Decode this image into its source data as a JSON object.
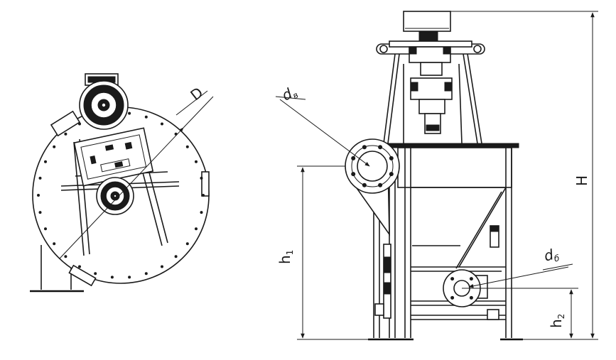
{
  "labels": {
    "D": "D",
    "H": "H",
    "h1": "h",
    "h1_sub": "1",
    "h2": "h",
    "h2_sub": "2",
    "dv": "d",
    "dv_sub": "в",
    "dn": "d",
    "dn_sub": "б"
  },
  "colors": {
    "line": "#1a1a1a",
    "background": "#ffffff"
  }
}
